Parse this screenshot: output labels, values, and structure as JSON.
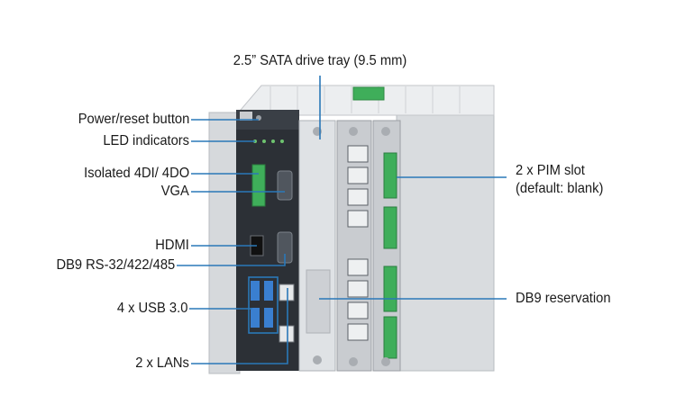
{
  "labels": {
    "sata_tray": "2.5” SATA drive tray (9.5 mm)",
    "power_reset": "Power/reset button",
    "led": "LED indicators",
    "isolated_io": "Isolated 4DI/ 4DO",
    "vga": "VGA",
    "hdmi": "HDMI",
    "db9_serial": "DB9 RS-32/422/485",
    "usb": "4 x USB 3.0",
    "lans": "2 x LANs",
    "pim_slot_line1": "2 x PIM slot",
    "pim_slot_line2": "(default: blank)",
    "db9_reservation": "DB9 reservation"
  },
  "colors": {
    "callout_line": "#2a78b8",
    "text": "#1a1a1a",
    "chassis_side": "#d9dcdf",
    "chassis_top": "#eceef0",
    "front_panel": "#2c3036",
    "module_face": "#c9ccd0",
    "terminal_green": "#3fae5a",
    "port_blue": "#3a7fd0"
  }
}
